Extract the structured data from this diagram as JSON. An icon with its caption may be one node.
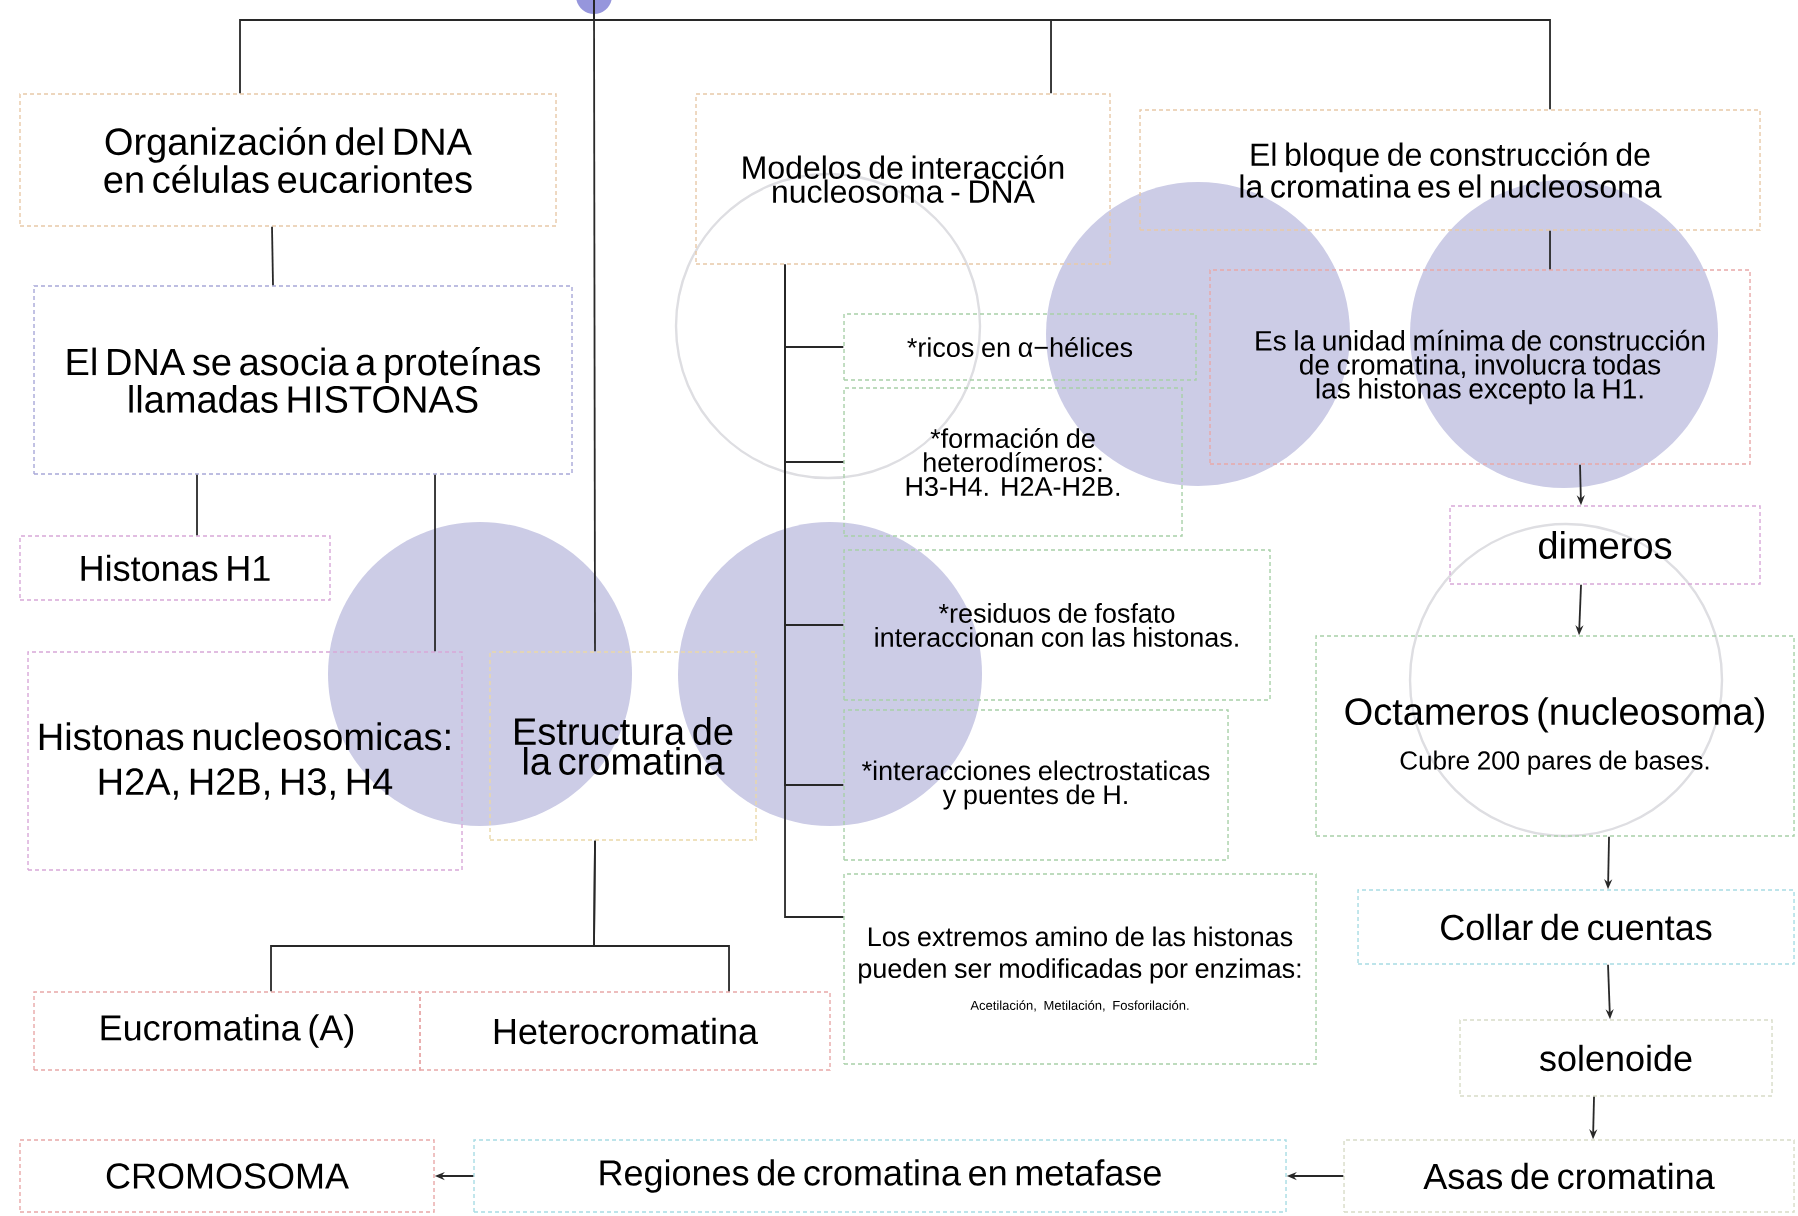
{
  "diagram": {
    "nodes": [
      {
        "text": [
          "Organización del DNA en células eucariontes"
        ]
      },
      {
        "text": [
          "El DNA se asocia a proteínas llamadas HISTONAS"
        ]
      },
      {
        "text": [
          "Histonas H1"
        ]
      },
      {
        "text": [
          "Histonas nucleosomicas:",
          "H2A, H2B, H3, H4"
        ]
      },
      {
        "text": [
          "Estructura de la cromatina"
        ]
      },
      {
        "text": [
          "Modelos de interacción nucleosoma - DNA"
        ]
      },
      {
        "text": [
          "*ricos en α−hélices"
        ]
      },
      {
        "text": [
          "*formación de heterodímeros: H3-H4. H2A-H2B."
        ]
      },
      {
        "text": [
          "*residuos de fosfato interaccionan con las histonas."
        ]
      },
      {
        "text": [
          "*interacciones electrostaticas y puentes de H."
        ]
      },
      {
        "text": [
          "Los extremos amino de las histonas pueden ser modificadas por enzimas:",
          "Acetilación, Metilación, Fosforilación."
        ]
      },
      {
        "text": [
          "El bloque de construcción de la cromatina es el nucleosoma"
        ]
      },
      {
        "text": [
          "Es la unidad mínima de construcción de cromatina, involucra todas las histonas excepto la H1."
        ]
      },
      {
        "text": [
          "dimeros"
        ]
      },
      {
        "text": [
          "Octameros (nucleosoma)",
          "Cubre 200 pares de bases."
        ]
      },
      {
        "text": [
          "Collar de cuentas"
        ]
      },
      {
        "text": [
          "solenoide"
        ]
      },
      {
        "text": [
          "Asas de cromatina"
        ]
      },
      {
        "text": [
          "Regiones de cromatina en metafase"
        ]
      },
      {
        "text": [
          "CROMOSOMA"
        ]
      },
      {
        "text": [
          "Eucromatina (A)"
        ]
      },
      {
        "text": [
          "Heterocromatina"
        ]
      }
    ],
    "edges": [
      {
        "from": null,
        "to": 0,
        "arrow": "none"
      },
      {
        "from": null,
        "to": 4,
        "arrow": "none"
      },
      {
        "from": null,
        "to": 5,
        "arrow": "none"
      },
      {
        "from": null,
        "to": 11,
        "arrow": "none"
      },
      {
        "from": 0,
        "to": 1,
        "arrow": "none"
      },
      {
        "from": 1,
        "to": 2,
        "arrow": "none"
      },
      {
        "from": 1,
        "to": 3,
        "arrow": "none"
      },
      {
        "from": 4,
        "to": 20,
        "arrow": "none"
      },
      {
        "from": 4,
        "to": 21,
        "arrow": "none"
      },
      {
        "from": 5,
        "to": 6,
        "arrow": "none"
      },
      {
        "from": 5,
        "to": 7,
        "arrow": "none"
      },
      {
        "from": 5,
        "to": 8,
        "arrow": "none"
      },
      {
        "from": 5,
        "to": 9,
        "arrow": "none"
      },
      {
        "from": 5,
        "to": 10,
        "arrow": "none"
      },
      {
        "from": 11,
        "to": 12,
        "arrow": "none"
      },
      {
        "from": 12,
        "to": 13,
        "arrow": "to"
      },
      {
        "from": 13,
        "to": 14,
        "arrow": "to"
      },
      {
        "from": 14,
        "to": 15,
        "arrow": "to"
      },
      {
        "from": 15,
        "to": 16,
        "arrow": "to"
      },
      {
        "from": 16,
        "to": 17,
        "arrow": "to"
      },
      {
        "from": 17,
        "to": 18,
        "arrow": "to"
      },
      {
        "from": 18,
        "to": 19,
        "arrow": "to"
      }
    ]
  }
}
